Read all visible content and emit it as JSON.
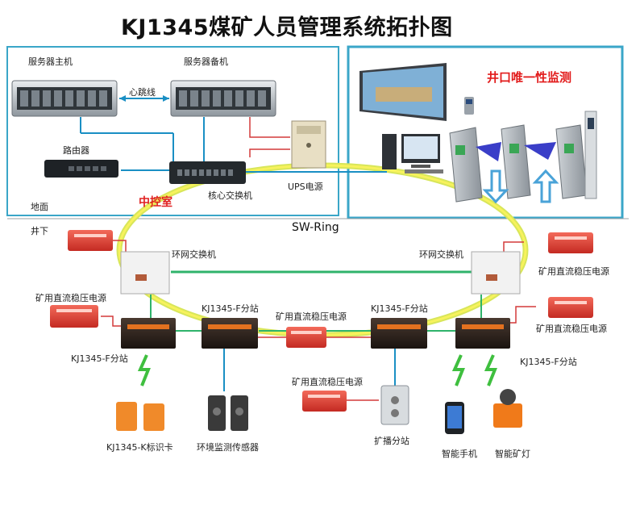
{
  "title": "KJ1345煤矿人员管理系统拓扑图",
  "labels": {
    "server_main": "服务器主机",
    "server_backup": "服务器备机",
    "heartbeat": "心跳线",
    "router": "路由器",
    "core_switch": "核心交换机",
    "ups": "UPS电源",
    "ground": "地面",
    "control_room": "中控室",
    "underground": "井下",
    "sw_ring": "SW-Ring",
    "ring_switch_left": "环网交换机",
    "ring_switch_right": "环网交换机",
    "psu_ring_right": "矿用直流稳压电源",
    "psu_left": "矿用直流稳压电源",
    "psu_middle": "矿用直流稳压电源",
    "psu_right": "矿用直流稳压电源",
    "psu_lower": "矿用直流稳压电源",
    "substation_left": "KJ1345-F分站",
    "substation_2": "KJ1345-F分站",
    "substation_3": "KJ1345-F分站",
    "substation_right": "KJ1345-F分站",
    "id_card": "KJ1345-K标识卡",
    "env_sensor": "环境监测传感器",
    "broadcast": "扩播分站",
    "smartphone": "智能手机",
    "cap_lamp": "智能矿灯",
    "wellhead": "井口唯一性监测"
  },
  "colors": {
    "box_border": "#3aa6c8",
    "ring": "#e8e64a",
    "green_link": "#2fb36b",
    "blue_link": "#1a8fc4",
    "red_link": "#d43a3a",
    "device_red": "#e23b3b",
    "wireless": "#3fbf3f"
  }
}
